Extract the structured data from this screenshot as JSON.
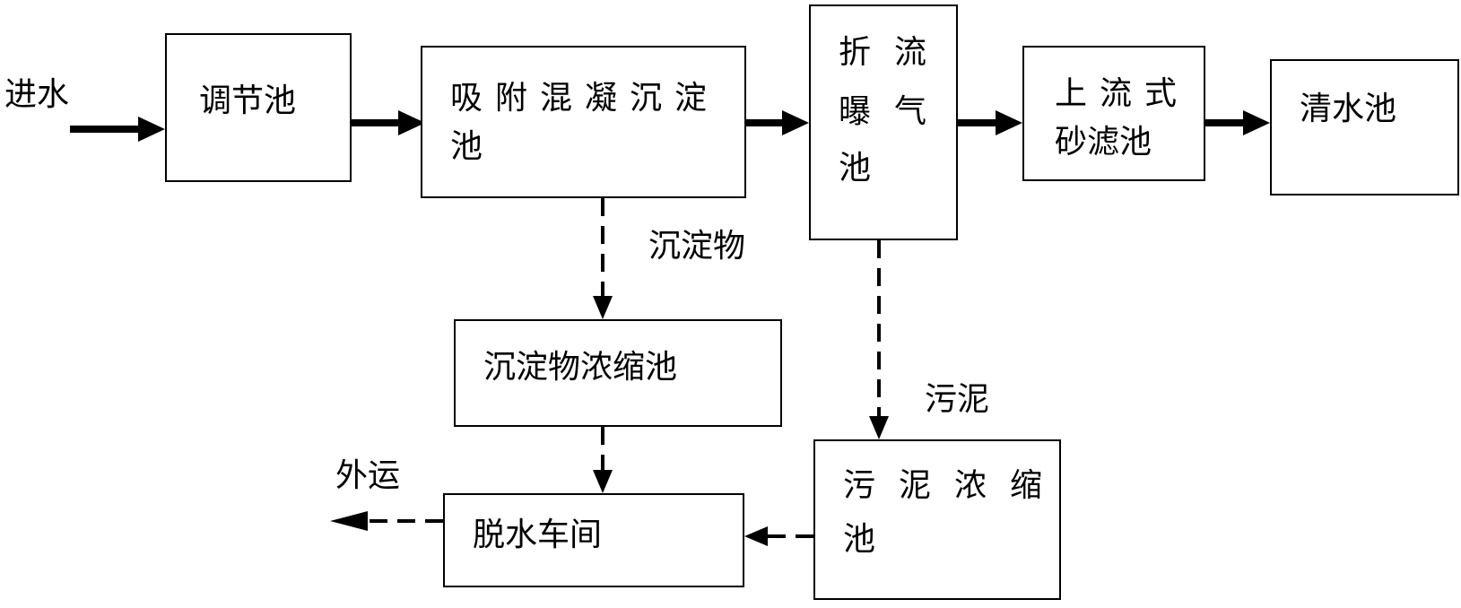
{
  "labels": {
    "inlet": "进水",
    "sediment": "沉淀物",
    "sludge": "污泥",
    "transport": "外运"
  },
  "nodes": {
    "regulating_tank": {
      "line1": "调节池"
    },
    "adsorption_tank": {
      "line1": "吸附混凝沉淀",
      "line2": "池"
    },
    "baffle_tank": {
      "line1": "折流",
      "line2": "曝气",
      "line3": "池"
    },
    "sand_filter": {
      "line1": "上流式",
      "line2": "砂滤池"
    },
    "clear_water_tank": {
      "line1": "清水池"
    },
    "sediment_thickener": {
      "line1": "沉淀物浓缩池"
    },
    "sludge_thickener": {
      "line1": "污泥浓缩",
      "line2": "池"
    },
    "dewatering_workshop": {
      "line1": "脱水车间"
    }
  },
  "style": {
    "line_color": "#000000",
    "background": "#ffffff"
  }
}
